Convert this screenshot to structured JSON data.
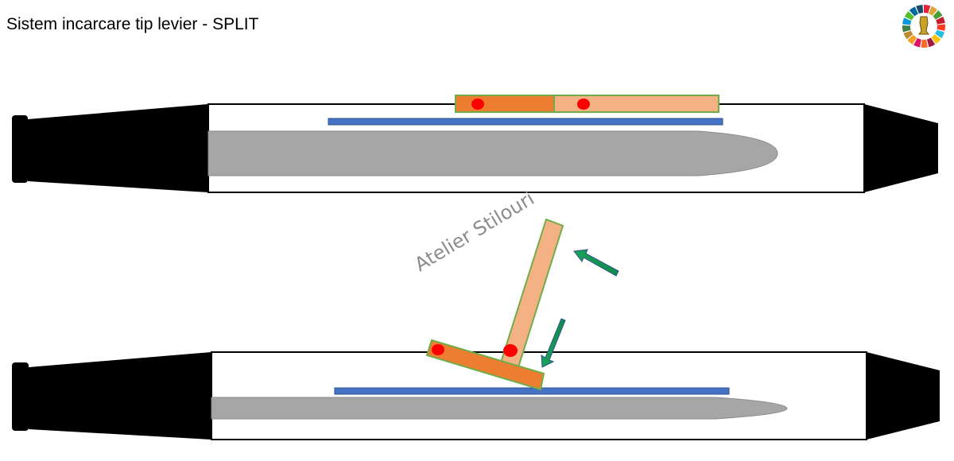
{
  "title": "Sistem incarcare tip levier - SPLIT",
  "watermark": "Atelier Stilouri",
  "logo": {
    "name": "sdg-wheel-logo"
  },
  "colors": {
    "pen_body": "#000000",
    "refill": "#a6a6a6",
    "bar": "#4472c4",
    "lever_dark": "#ed7d31",
    "lever_light": "#f4b183",
    "lever_border": "#70ad47",
    "pivot": "#ff0000",
    "arrow": "#00a060"
  },
  "diagrams": [
    {
      "name": "closed-state"
    },
    {
      "name": "open-lever-state"
    }
  ]
}
